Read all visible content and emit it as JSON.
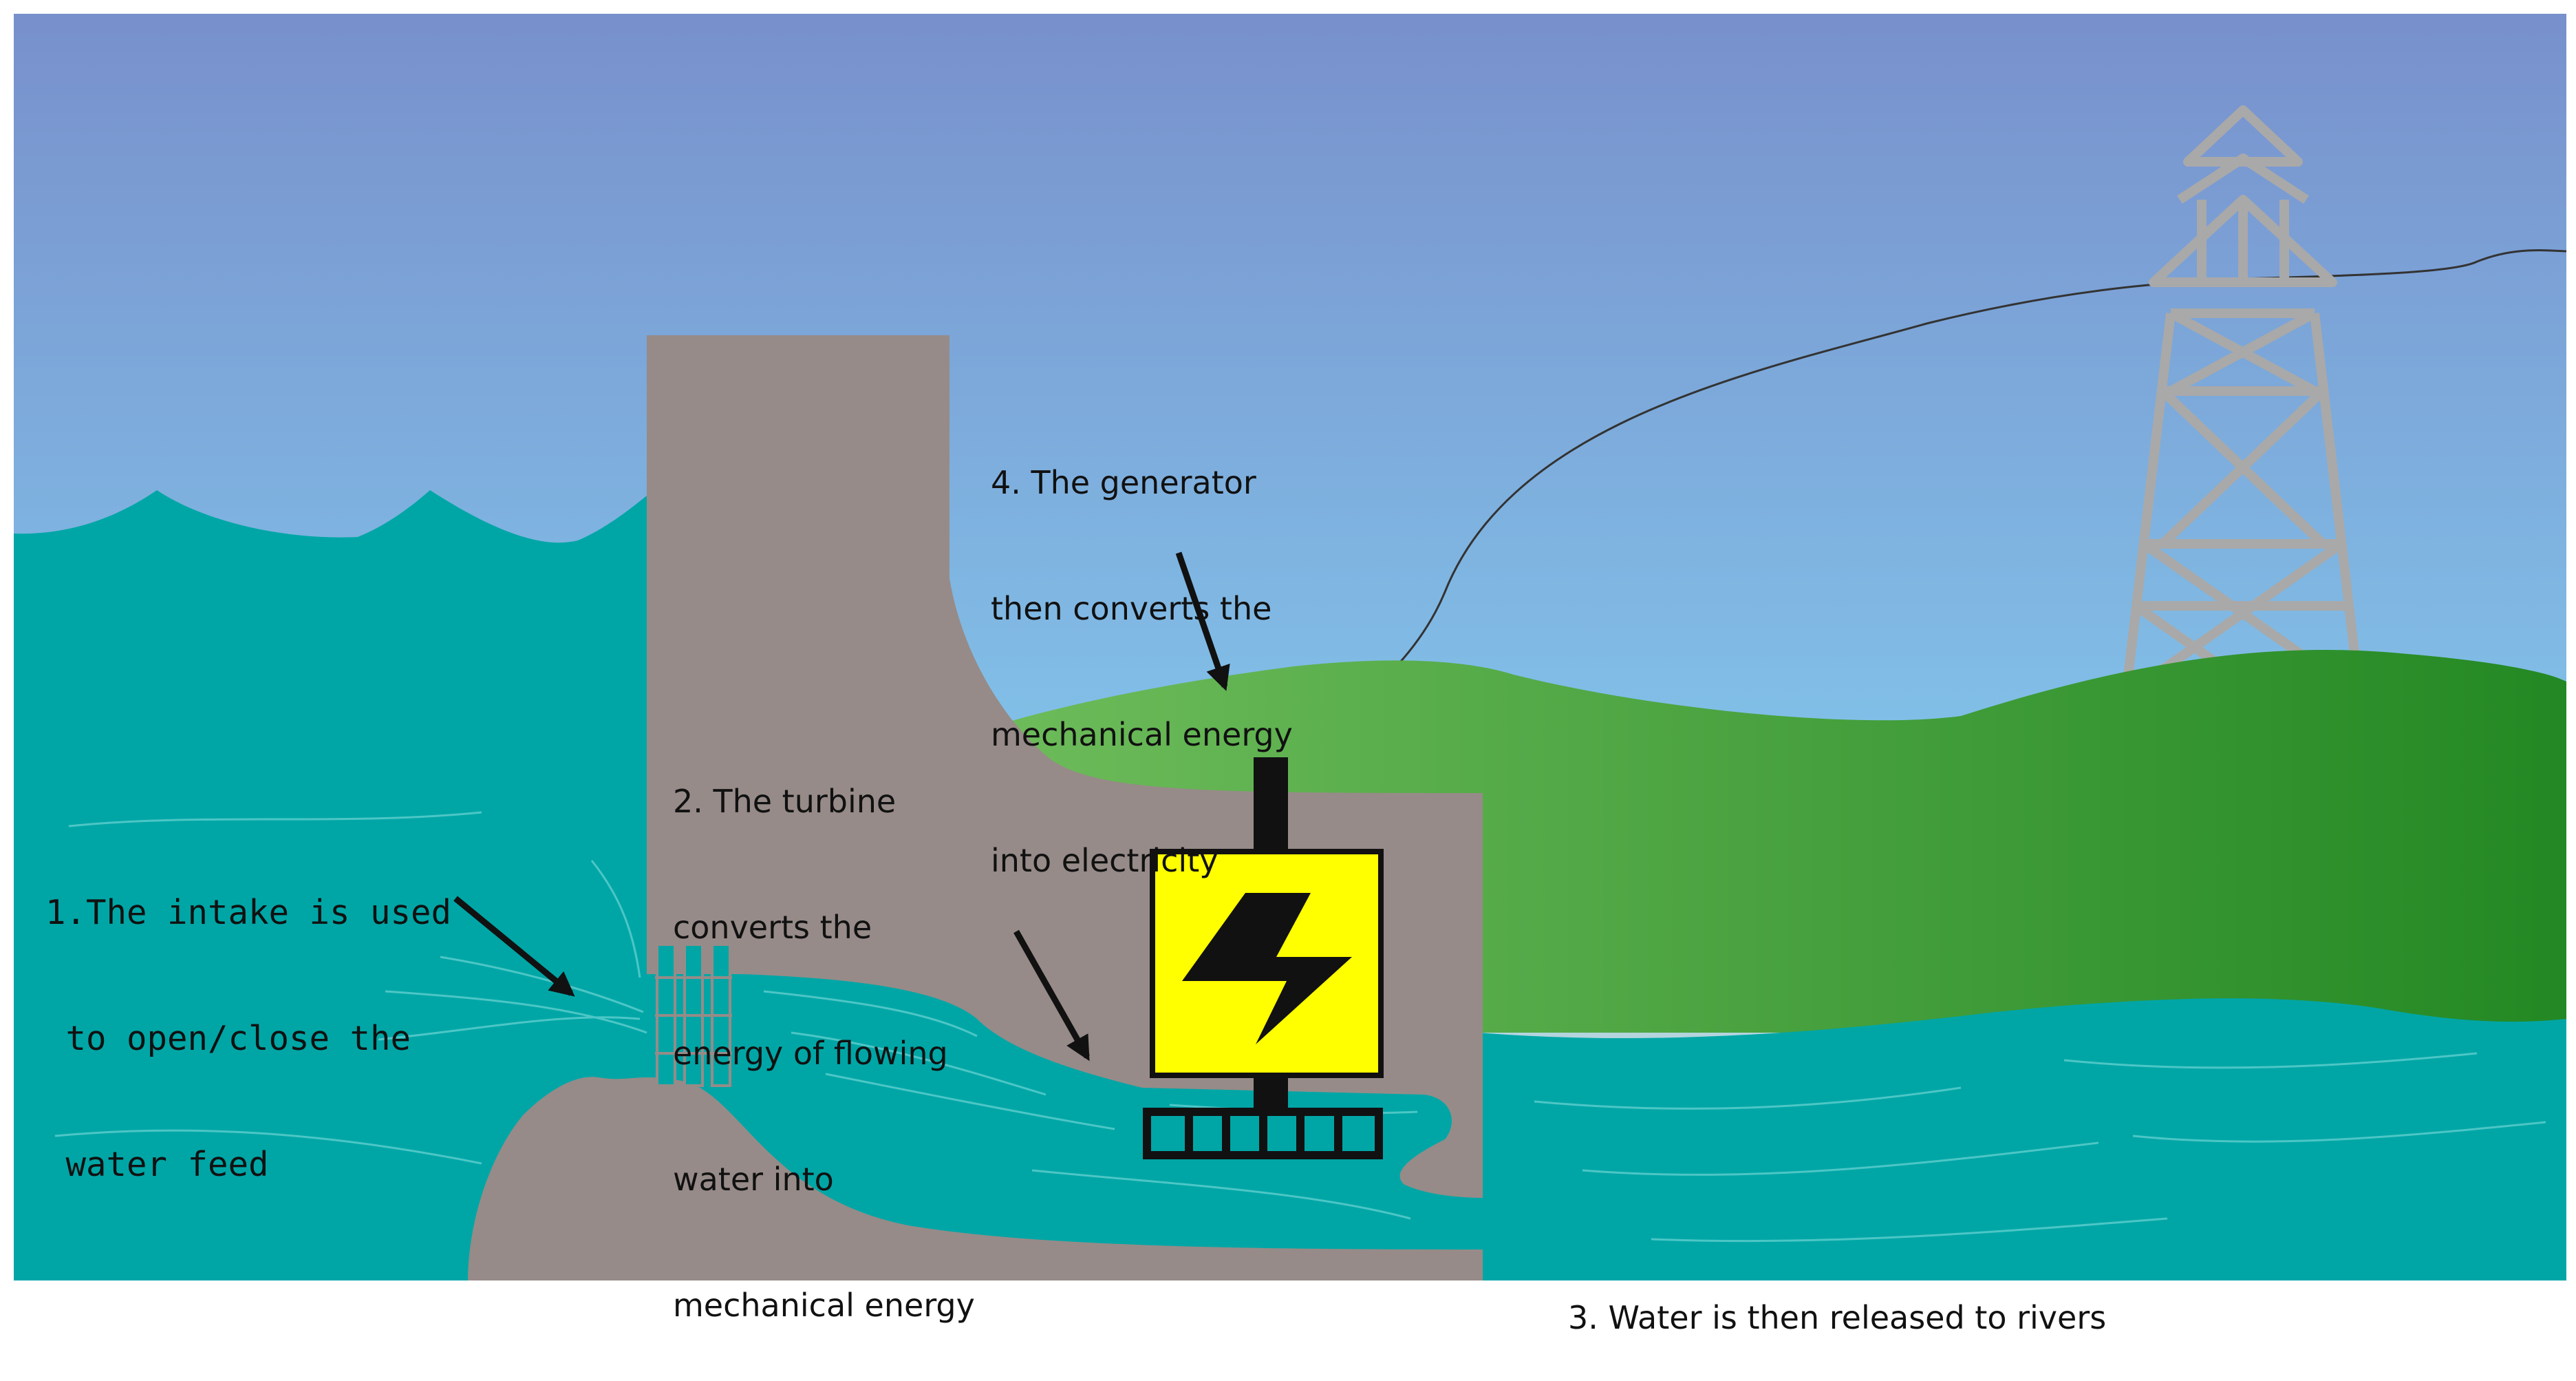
{
  "labels": {
    "intake": [
      "1.The intake is used",
      " to open/close the",
      " water feed"
    ],
    "turbine": [
      "2. The turbine",
      "converts the",
      "energy of flowing",
      "water into",
      "mechanical energy"
    ],
    "release": "3. Water is then released to rivers",
    "generator": [
      "4. The generator",
      "then converts the",
      "mechanical energy",
      "into electricity"
    ]
  },
  "colors": {
    "sky_top": "#7890CC",
    "sky_mid": "#82C4EA",
    "sky_low": "#E8E4D2",
    "water": "#00A6A6",
    "water_line": "#4DC6C6",
    "dam": "#968B88",
    "hill_light": "#6DBB5A",
    "hill_dark": "#238823",
    "generator_box": "#FFFF00",
    "tower": "#A9A9A9",
    "ink": "#111111"
  },
  "icons": {
    "generator": "lightning-bolt-icon",
    "pylon": "transmission-tower-icon"
  }
}
